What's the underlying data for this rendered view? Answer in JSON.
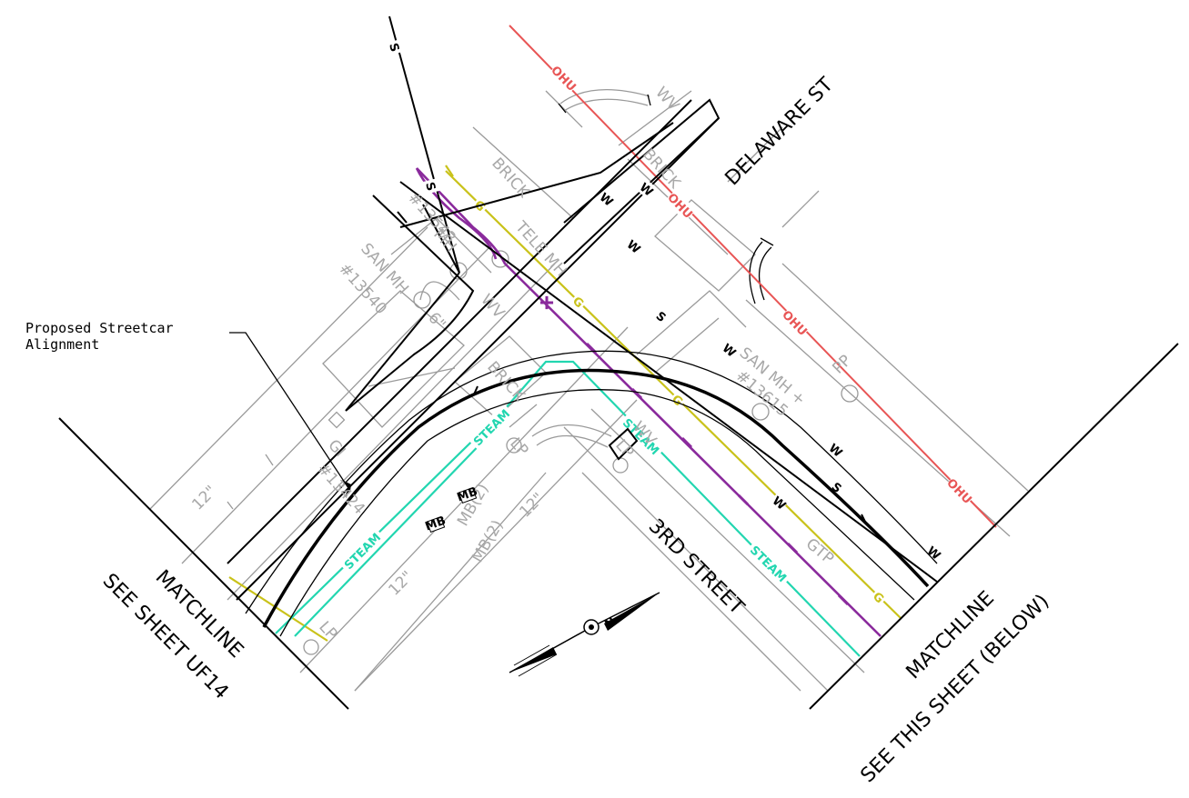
{
  "colors": {
    "background": "#ffffff",
    "base_linework": "#9a9a9a",
    "overhead_utility": "#e85555",
    "gas": "#c9c21a",
    "telecom": "#8a2a9c",
    "steam": "#22d6b0",
    "proposed": "#000000"
  },
  "labels": {
    "delaware_st": "DELAWARE ST",
    "third_street": "3RD STREET",
    "matchline_left": "MATCHLINE",
    "see_sheet_left": "SEE SHEET UF14",
    "matchline_right": "MATCHLINE",
    "see_sheet_right": "SEE THIS SHEET (BELOW)",
    "callout_line1": "Proposed Streetcar",
    "callout_line2": "Alignment"
  },
  "utility_codes": {
    "ohu": "OHU",
    "gas": "G",
    "steam": "STEAM",
    "water": "W",
    "sanitary": "S",
    "telecom": "T"
  },
  "annotations": {
    "wv_top": "WV",
    "brick_top": "BRICK",
    "brick_left": "BRICK",
    "tele_mh": "TELE MH",
    "san_mh_left": "SAN MH",
    "san_mh_left_id": "#13540",
    "size_6": "6\"",
    "san_mh_right": "SAN MH +",
    "san_mh_right_id": "#13615",
    "pp": "PP",
    "gi": "GI",
    "gi_id": "#13424",
    "id_13543": "#13543",
    "mh": "MH",
    "wv_mid": "WV",
    "gtp": "GTP",
    "lp_a": "LP",
    "lp_b": "LP",
    "lp_c": "LP",
    "mb_a": "MB(2)",
    "mb_b": "MB(2)",
    "mb_box": "MB",
    "size_12_a": "12\"",
    "size_12_b": "12\"",
    "size_12_c": "12\"",
    "brick_mid": "BRICK",
    "wv_right": "WV"
  },
  "north_arrow": {
    "label": "N"
  }
}
